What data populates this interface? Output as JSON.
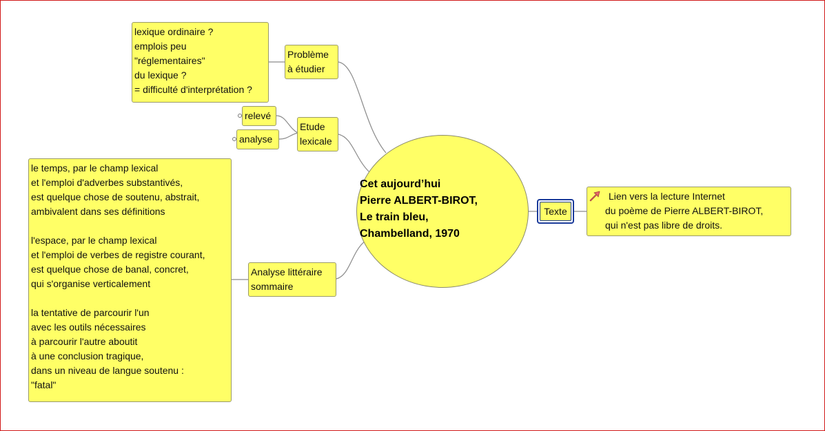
{
  "central": {
    "lines": [
      "Cet aujourd’hui",
      "Pierre ALBERT-BIROT,",
      "Le train bleu,",
      "Chambelland, 1970"
    ]
  },
  "branches": {
    "probleme": {
      "label": [
        "Problème",
        "à étudier"
      ],
      "note": [
        "lexique ordinaire ?",
        "emplois peu",
        "\"réglementaires\"",
        "du lexique ?",
        "= difficulté d'interprétation ?"
      ]
    },
    "etude": {
      "label": [
        "Etude",
        "lexicale"
      ],
      "children": [
        "relevé",
        "analyse"
      ]
    },
    "analyse": {
      "label": [
        "Analyse littéraire",
        "sommaire"
      ],
      "note": [
        "le temps, par le champ lexical",
        "et l'emploi d'adverbes substantivés,",
        "est quelque chose de soutenu, abstrait,",
        "ambivalent dans ses définitions",
        "",
        "l'espace, par le champ lexical",
        "et l'emploi de verbes de registre courant,",
        "est quelque chose de banal, concret,",
        "qui s'organise verticalement",
        "",
        "la tentative de parcourir l'un",
        "avec les outils nécessaires",
        "à parcourir l'autre aboutit",
        "à une conclusion tragique,",
        "dans un niveau de langue soutenu :",
        "\"fatal\""
      ]
    },
    "texte": {
      "label": "Texte",
      "note": [
        "Lien vers la lecture Internet",
        "du poème de Pierre ALBERT-BIROT,",
        "qui n'est pas libre de droits."
      ],
      "icon": "link-arrow-icon"
    }
  },
  "colors": {
    "node_fill": "#ffff66",
    "border": "#9a9a6a",
    "frame": "#d01818",
    "selection": "#1a3a9a",
    "connector": "#8a8a8a",
    "link_icon": "#e86a6a"
  }
}
